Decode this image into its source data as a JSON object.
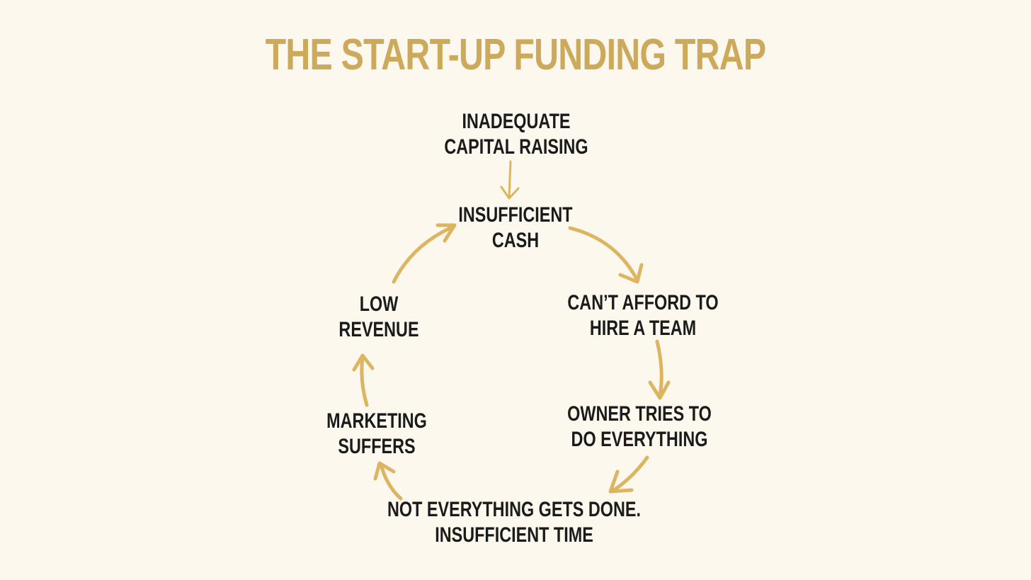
{
  "title": "THE START-UP FUNDING TRAP",
  "colors": {
    "background": "#fcf8ee",
    "title": "#cda95b",
    "arrow": "#dcb560",
    "text": "#1b1b1b"
  },
  "nodes": {
    "inadequate_capital": [
      "INADEQUATE",
      "CAPITAL RAISING"
    ],
    "insufficient_cash": [
      "INSUFFICIENT",
      "CASH"
    ],
    "cant_afford_team": [
      "CAN’T AFFORD TO",
      "HIRE A TEAM"
    ],
    "owner_tries": [
      "OWNER TRIES TO",
      "DO EVERYTHING"
    ],
    "not_everything_done": [
      "NOT EVERYTHING GETS DONE.",
      "INSUFFICIENT TIME"
    ],
    "marketing_suffers": [
      "MARKETING",
      "SUFFERS"
    ],
    "low_revenue": [
      "LOW",
      "REVENUE"
    ]
  }
}
